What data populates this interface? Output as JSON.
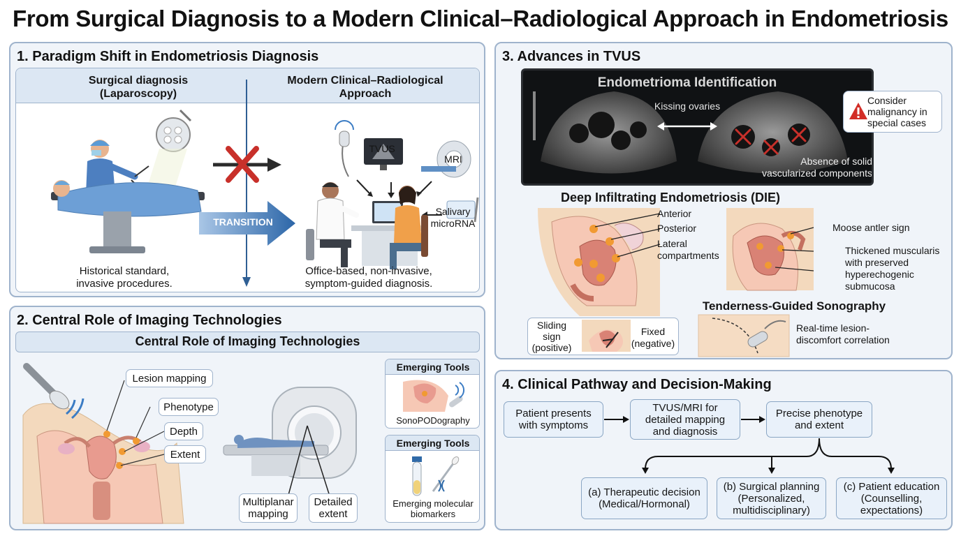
{
  "title": "From Surgical Diagnosis to a Modern Clinical–Radiological Approach in Endometriosis",
  "colors": {
    "panel_bg": "#f0f4f9",
    "panel_border": "#9fb3cc",
    "accent_blue": "#2f6aa8",
    "red_x": "#c8302a",
    "warning_red": "#d22d26"
  },
  "panel1": {
    "title": "1. Paradigm Shift in Endometriosis Diagnosis",
    "left_header": "Surgical diagnosis",
    "left_header_sub": "(Laparoscopy)",
    "right_header": "Modern Clinical–Radiological",
    "right_header_sub": "Approach",
    "transition": "TRANSITION",
    "tvus": "TVUS",
    "mri": "MRI",
    "saliva_kit": "Salivary\nmicroRNA",
    "salivary": "Salivary",
    "microrna": "microRNA",
    "left_caption_1": "Historical standard,",
    "left_caption_2": "invasive procedures.",
    "right_caption_1": "Office-based, non-invasive,",
    "right_caption_2": "symptom-guided diagnosis."
  },
  "panel2": {
    "title": "2. Central Role of Imaging Technologies",
    "banner": "Central Role of Imaging Technologies",
    "callouts": [
      "Lesion mapping",
      "Phenotype",
      "Depth",
      "Extent"
    ],
    "mri_labels": [
      {
        "l1": "Multiplanar",
        "l2": "mapping"
      },
      {
        "l1": "Detailed",
        "l2": "extent"
      }
    ],
    "emerging1": {
      "title": "Emerging Tools",
      "caption": "SonoPODography"
    },
    "emerging2": {
      "title": "Emerging Tools",
      "caption_1": "Emerging molecular",
      "caption_2": "biomarkers"
    }
  },
  "panel3": {
    "title": "3. Advances in TVUS",
    "us_title": "Endometrioma Identification",
    "kissing": "Kissing ovaries",
    "absence_1": "Absence of solid",
    "absence_2": "vascularized components",
    "warning_1": "Consider",
    "warning_2": "malignancy in",
    "warning_3": "special cases",
    "die_title": "Deep Infiltrating Endometriosis (DIE)",
    "anterior": "Anterior",
    "posterior": "Posterior",
    "lateral_1": "Lateral",
    "lateral_2": "compartments",
    "moose": "Moose antler sign",
    "thick_1": "Thickened muscularis",
    "thick_2": "with preserved",
    "thick_3": "hyperechogenic",
    "thick_4": "submucosa",
    "tender_title": "Tenderness-Guided Sonography",
    "sliding_1": "Sliding",
    "sliding_2": "sign",
    "sliding_3": "(positive)",
    "fixed_1": "Fixed",
    "fixed_2": "(negative)",
    "realtime_1": "Real-time lesion-",
    "realtime_2": "discomfort correlation"
  },
  "panel4": {
    "title": "4. Clinical Pathway and Decision-Making",
    "step1_1": "Patient presents",
    "step1_2": "with symptoms",
    "step2_1": "TVUS/MRI for",
    "step2_2": "detailed mapping",
    "step2_3": "and diagnosis",
    "step3_1": "Precise phenotype",
    "step3_2": "and extent",
    "a_1": "(a) Therapeutic decision",
    "a_2": "(Medical/Hormonal)",
    "b_1": "(b) Surgical planning",
    "b_2": "(Personalized,",
    "b_3": "multidisciplinary)",
    "c_1": "(c) Patient education",
    "c_2": "(Counselling,",
    "c_3": "expectations)"
  }
}
